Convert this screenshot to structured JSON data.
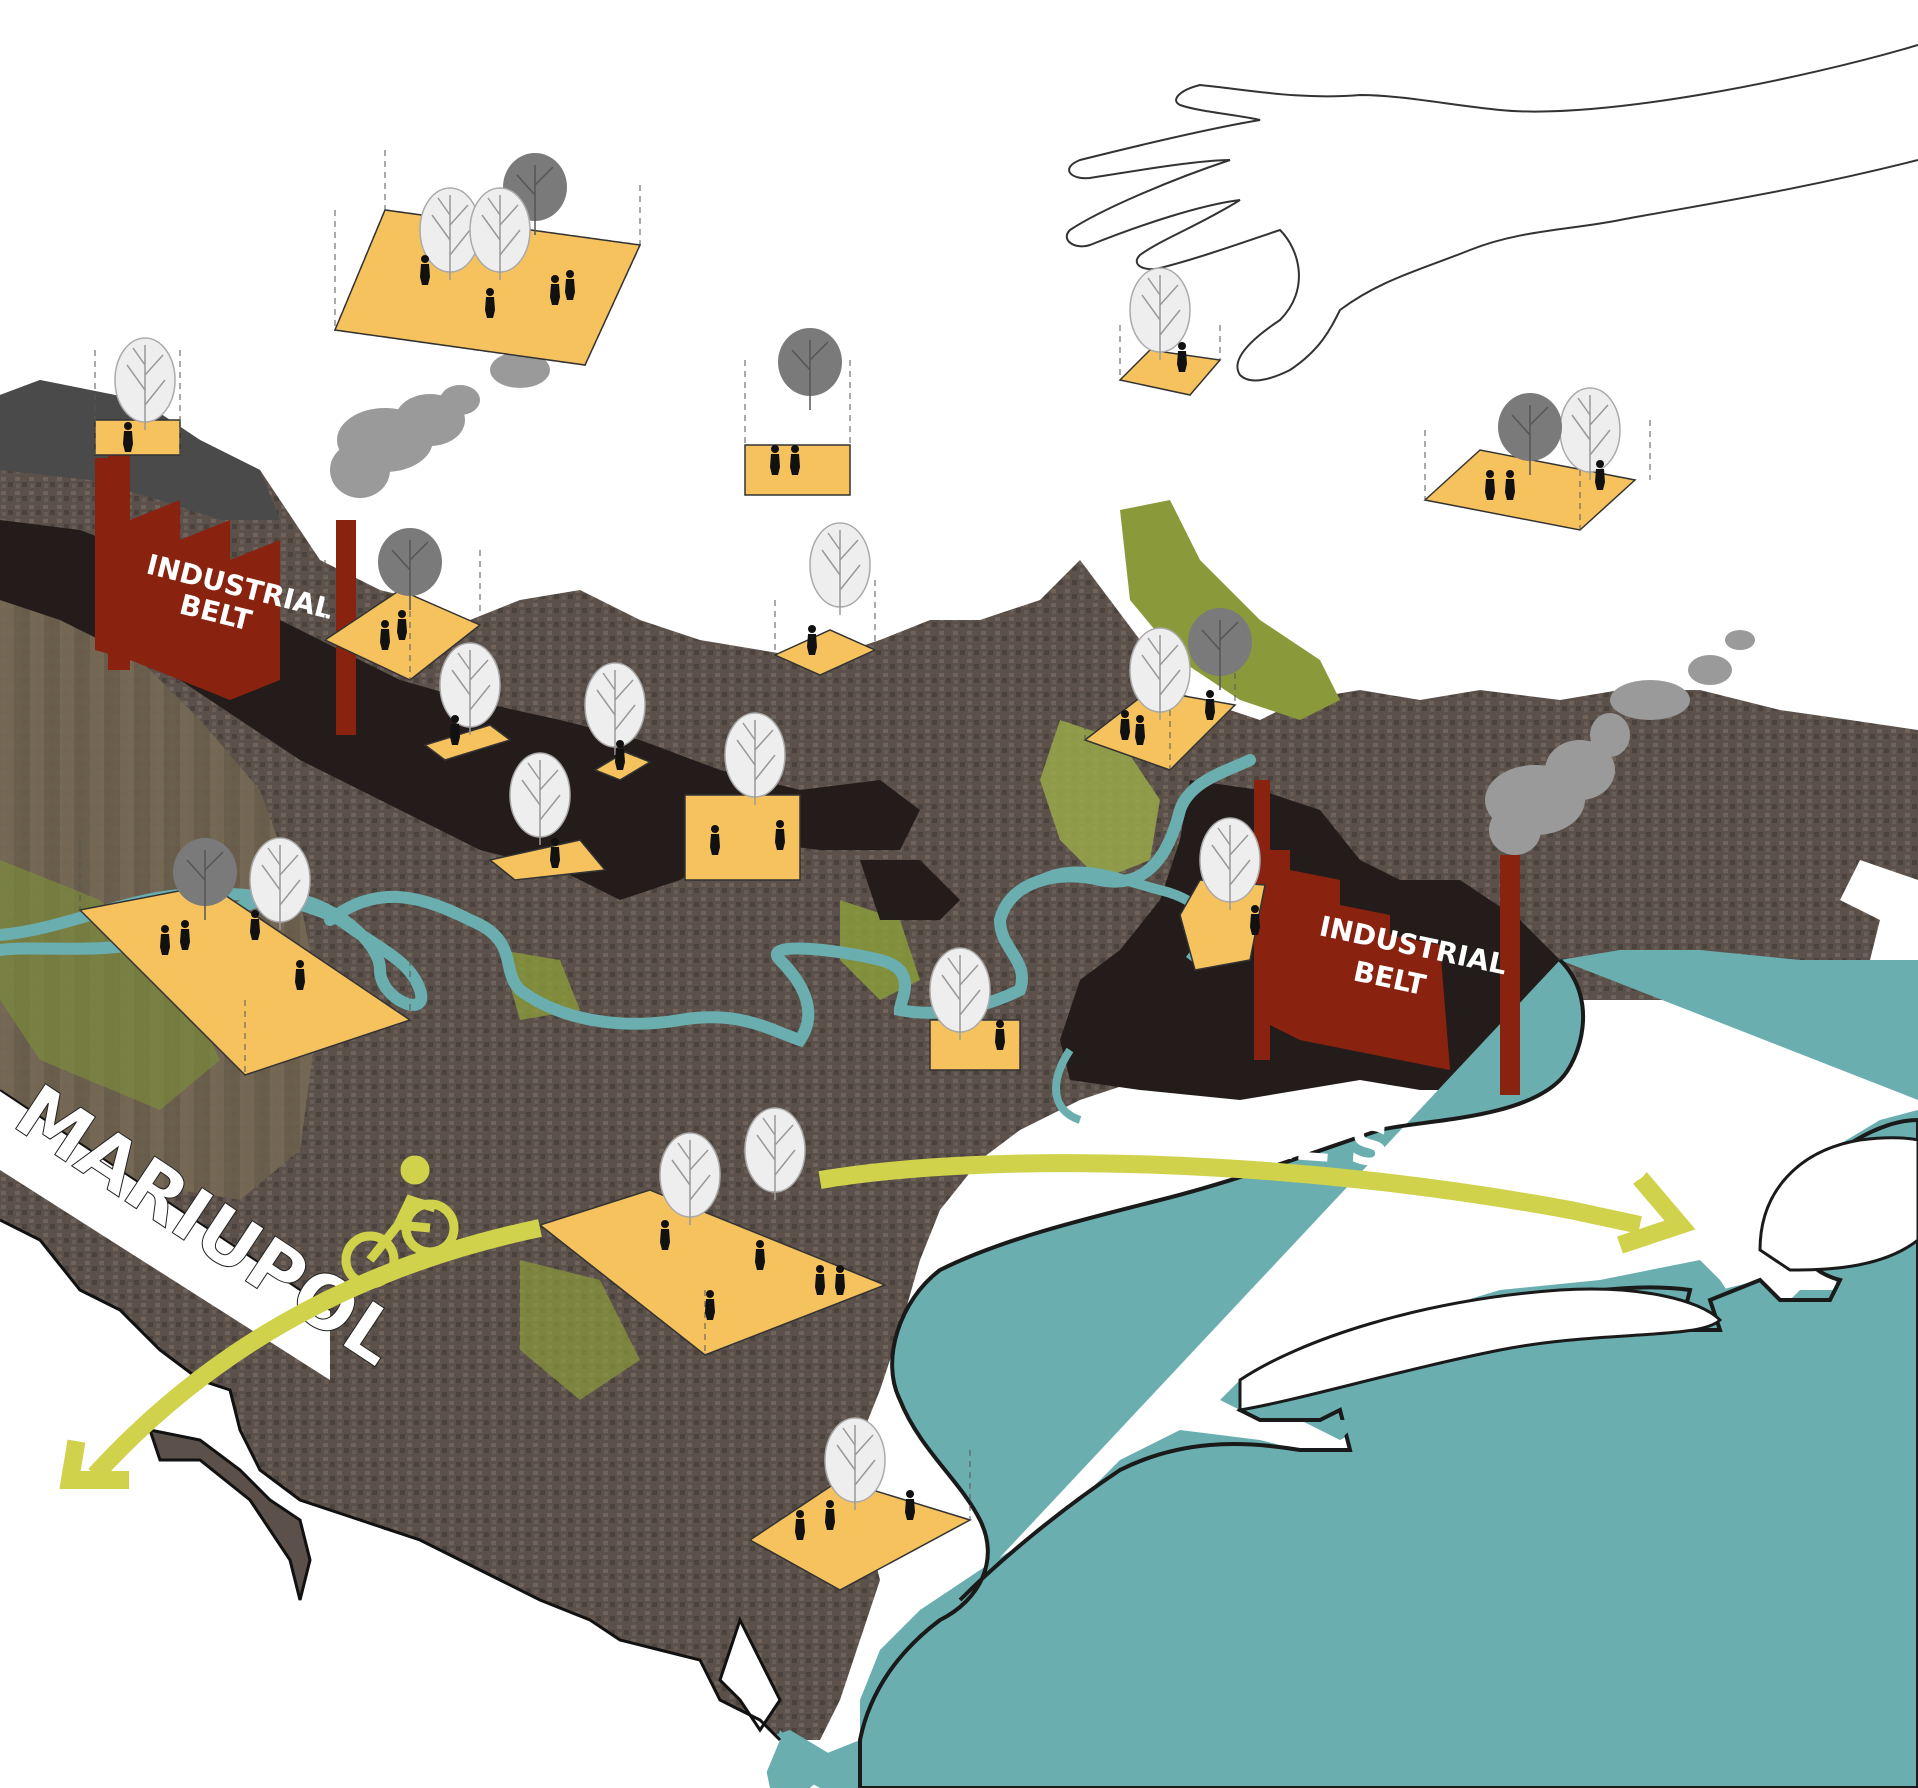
{
  "labels": {
    "city": "MARIUPOL",
    "corridor": "PEOPLE'S CORRIDOR",
    "industrial_1_line1": "INDUSTRIAL",
    "industrial_1_line2": "BELT",
    "industrial_2_line1": "INDUSTRIAL",
    "industrial_2_line2": "BELT"
  },
  "colors": {
    "land": "#5a5048",
    "industrial_zone": "#2a2220",
    "river": "#6aaeb0",
    "sea": "#6aaeb0",
    "green": "#8a9a3a",
    "platform": "#f6c25e",
    "factory": "#8a2210",
    "corridor": "#cfd24a",
    "smoke": "#9a9a9a",
    "tree_light": "#e8e8e8",
    "tree_dark": "#7a7a7a"
  },
  "icons": [
    "factory-icon",
    "smoke-icon",
    "tree-icon",
    "person-icon",
    "bicycle-icon",
    "hand-icon",
    "arrow-icon"
  ]
}
